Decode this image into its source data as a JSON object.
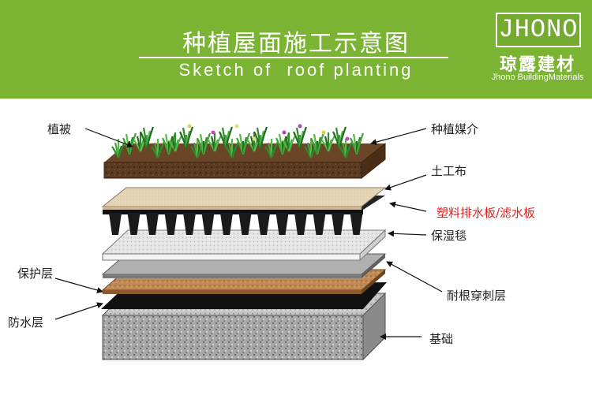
{
  "header": {
    "title_cn": "种植屋面施工示意图",
    "title_en": "Sketch of  roof planting",
    "bg_color": "#7ab432"
  },
  "logo": {
    "brand": "JHONO",
    "name_cn": "琼露建材",
    "name_en": "Jhono BuildingMaterials"
  },
  "labels": {
    "vegetation": "植被",
    "planting_medium": "种植媒介",
    "geotextile": "土工布",
    "drainage_board": "塑料排水板/滤水板",
    "moisture_blanket": "保湿毯",
    "protection_layer": "保护层",
    "root_barrier": "耐根穿刺层",
    "waterproof_layer": "防水层",
    "foundation": "基础"
  },
  "colors": {
    "highlight": "#e02020"
  }
}
